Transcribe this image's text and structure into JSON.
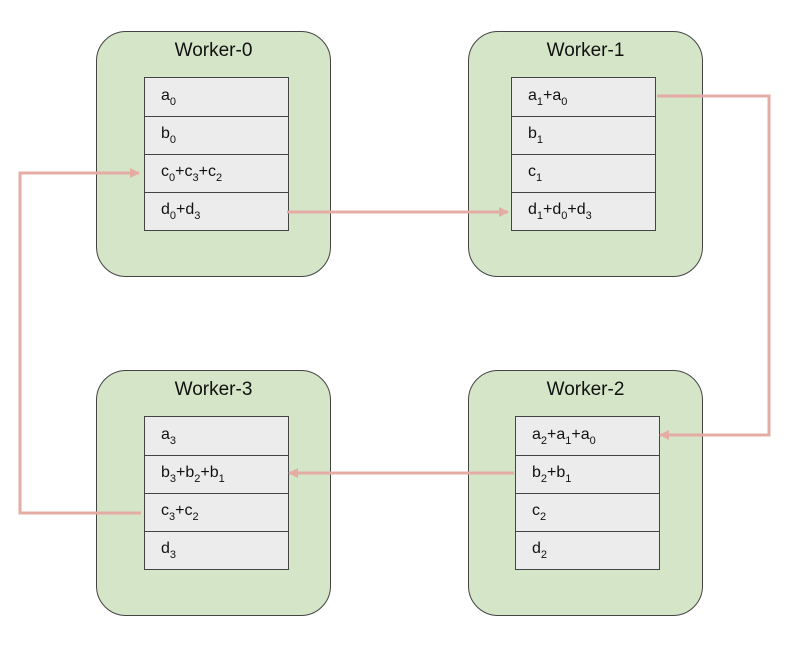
{
  "colors": {
    "worker_fill": "#d4e5c8",
    "cell_fill": "#ececec",
    "border": "#444444",
    "arrow": "#e5aca4"
  },
  "workers": [
    {
      "title": "Worker-0",
      "cells": [
        [
          [
            "a",
            "0"
          ]
        ],
        [
          [
            "b",
            "0"
          ]
        ],
        [
          [
            "c",
            "0"
          ],
          [
            "+c",
            "3"
          ],
          [
            "+c",
            "2"
          ]
        ],
        [
          [
            "d",
            "0"
          ],
          [
            "+d",
            "3"
          ]
        ]
      ]
    },
    {
      "title": "Worker-1",
      "cells": [
        [
          [
            "a",
            "1"
          ],
          [
            "+a",
            "0"
          ]
        ],
        [
          [
            "b",
            "1"
          ]
        ],
        [
          [
            "c",
            "1"
          ]
        ],
        [
          [
            "d",
            "1"
          ],
          [
            "+d",
            "0"
          ],
          [
            "+d",
            "3"
          ]
        ]
      ]
    },
    {
      "title": "Worker-2",
      "cells": [
        [
          [
            "a",
            "2"
          ],
          [
            "+a",
            "1"
          ],
          [
            "+a",
            "0"
          ]
        ],
        [
          [
            "b",
            "2"
          ],
          [
            "+b",
            "1"
          ]
        ],
        [
          [
            "c",
            "2"
          ]
        ],
        [
          [
            "d",
            "2"
          ]
        ]
      ]
    },
    {
      "title": "Worker-3",
      "cells": [
        [
          [
            "a",
            "3"
          ]
        ],
        [
          [
            "b",
            "3"
          ],
          [
            "+b",
            "2"
          ],
          [
            "+b",
            "1"
          ]
        ],
        [
          [
            "c",
            "3"
          ],
          [
            "+c",
            "2"
          ]
        ],
        [
          [
            "d",
            "3"
          ]
        ]
      ]
    }
  ],
  "arrows": [
    {
      "from": "worker-0.d",
      "to": "worker-1.d"
    },
    {
      "from": "worker-1.a",
      "to": "worker-2.a"
    },
    {
      "from": "worker-2.b",
      "to": "worker-3.b"
    },
    {
      "from": "worker-3.c",
      "to": "worker-0.c"
    }
  ]
}
